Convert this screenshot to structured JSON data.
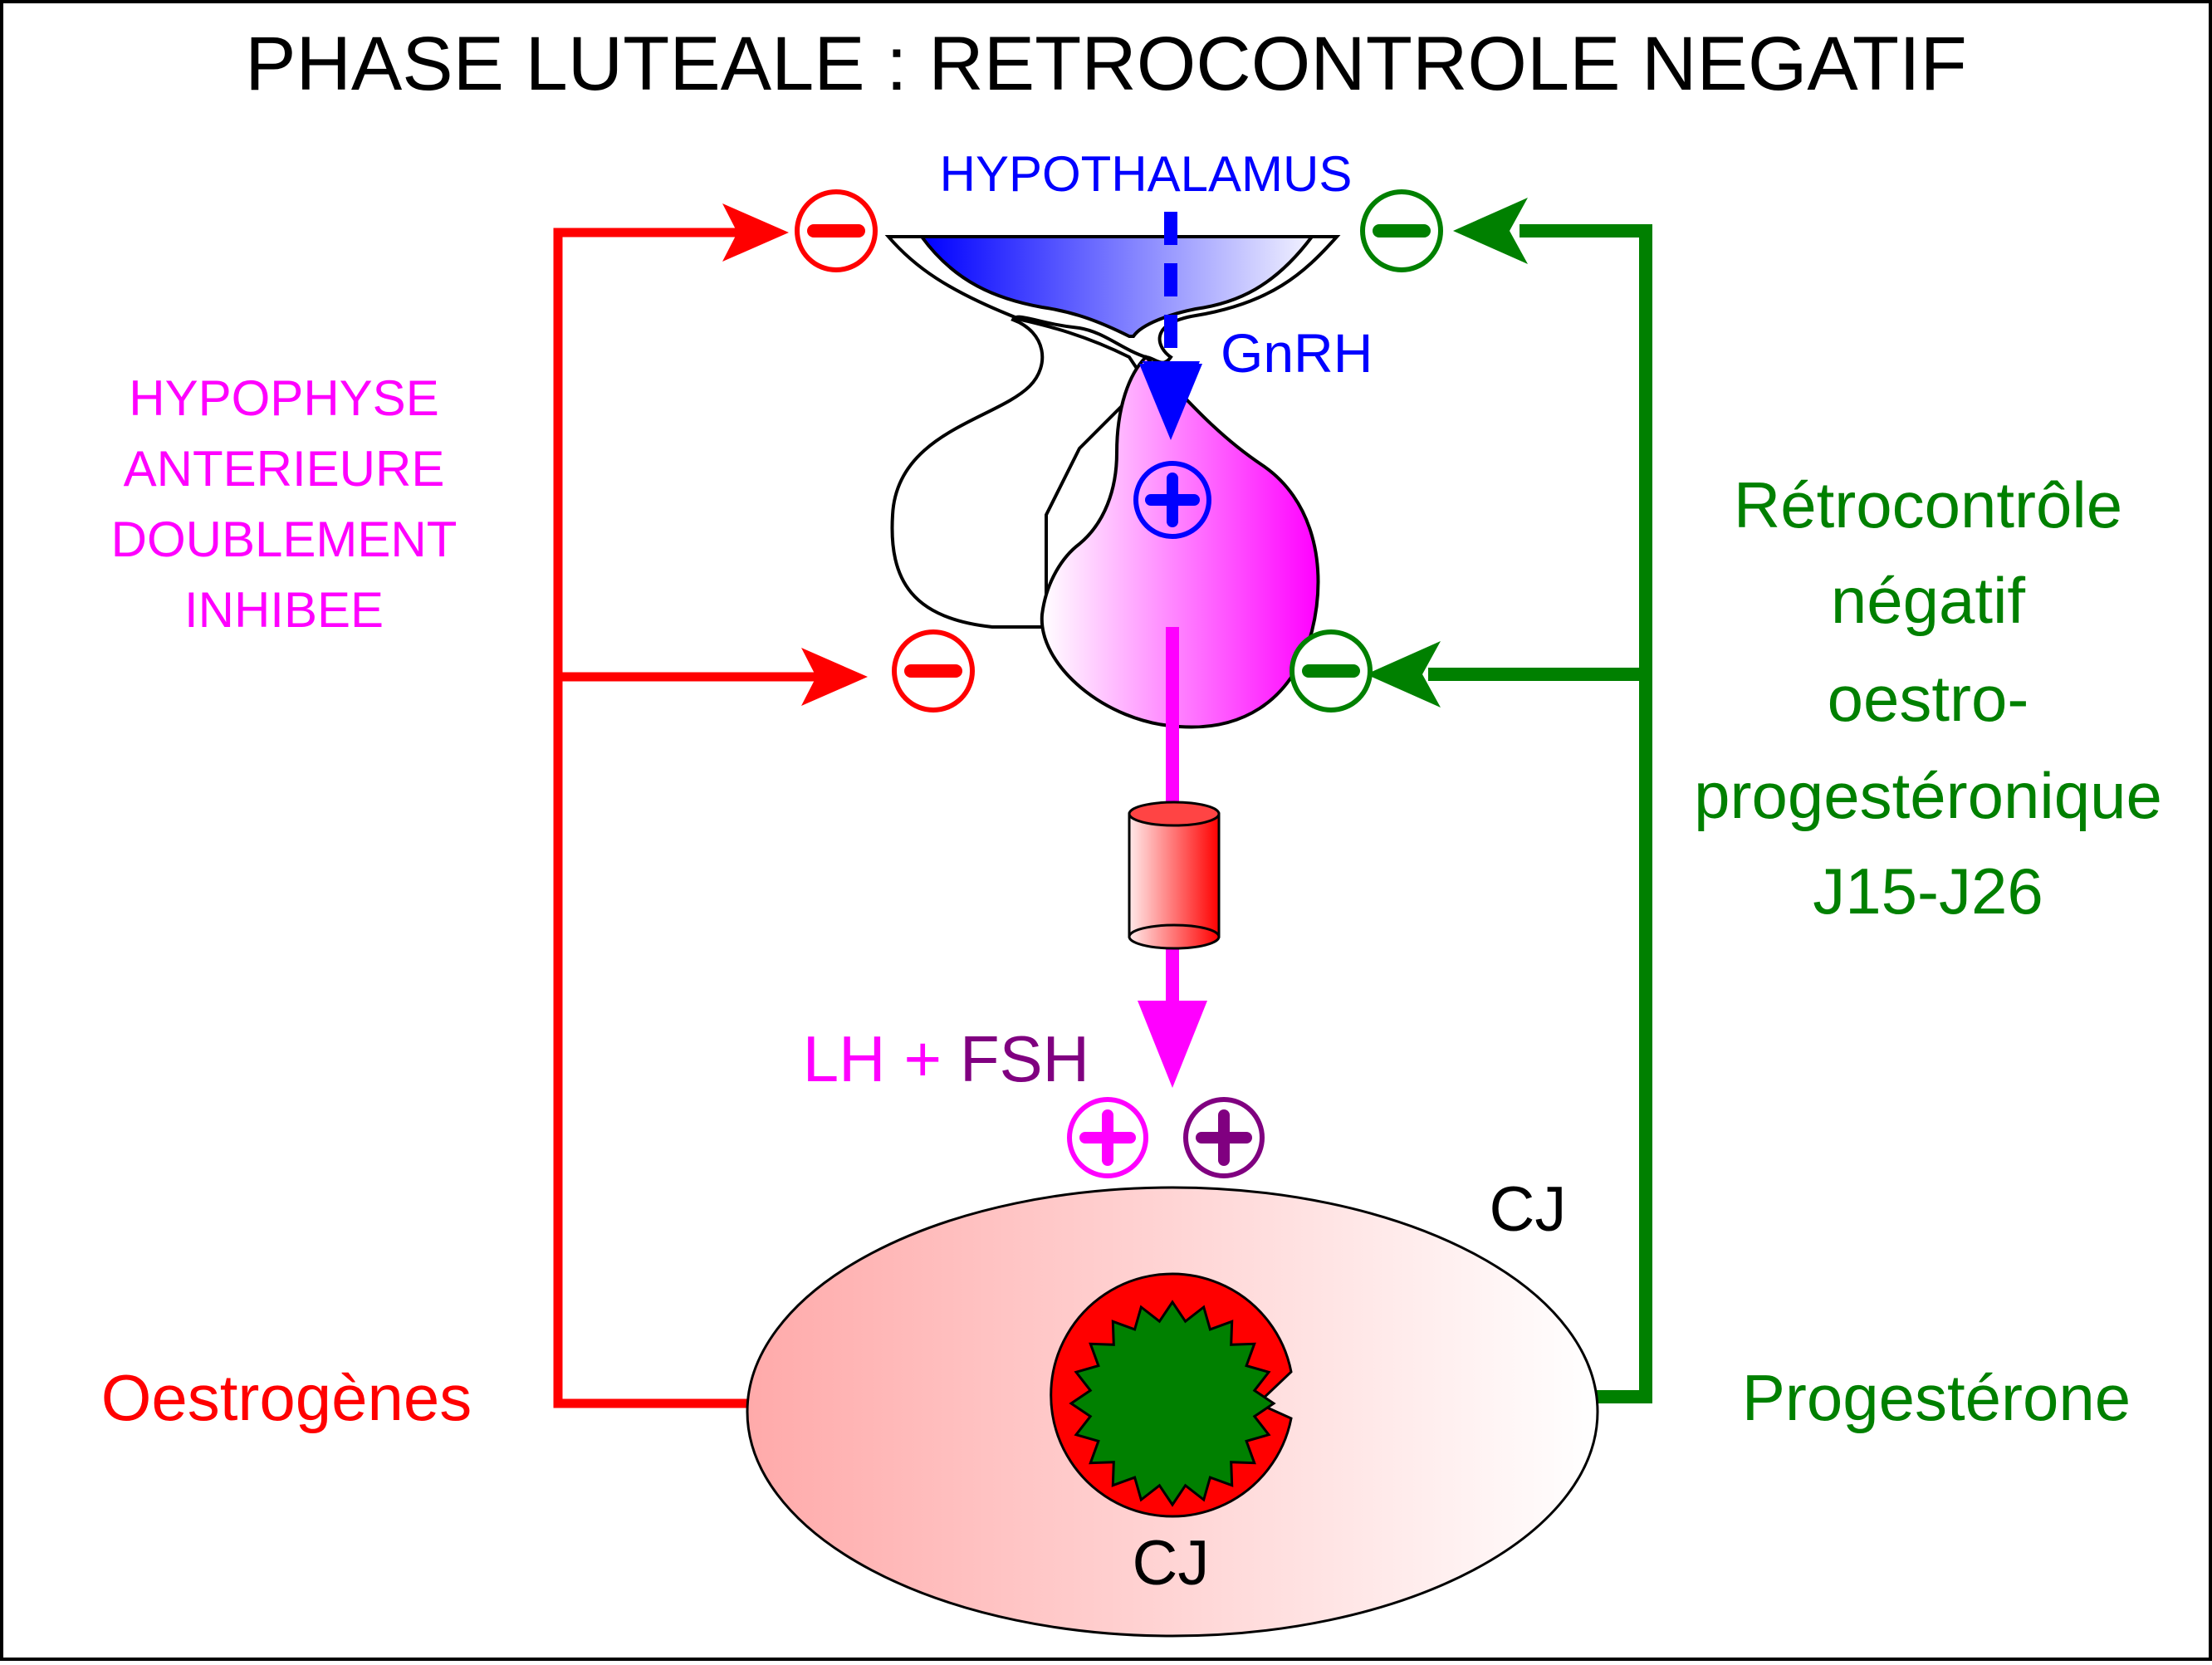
{
  "title": "PHASE LUTEALE : RETROCONTROLE NEGATIF",
  "labels": {
    "hypothalamus": "HYPOTHALAMUS",
    "gnrh": "GnRH",
    "hypophyse_lines": [
      "HYPOPHYSE",
      "ANTERIEURE",
      "DOUBLEMENT",
      "INHIBEE"
    ],
    "feedback_lines": [
      "Rétrocontrôle",
      "négatif",
      "oestro-",
      "progestéronique",
      "J15-J26"
    ],
    "lh": "LH",
    "plus": "+",
    "fsh": "FSH",
    "cj_top": "CJ",
    "cj_bottom": "CJ",
    "oestrogenes": "Oestrogènes",
    "progesterone": "Progestérone"
  },
  "colors": {
    "estrogen": "#ff0000",
    "progesterone": "#008000",
    "gnrh": "#0000ff",
    "lh": "#ff00ff",
    "fsh": "#800080",
    "text": "#000000"
  }
}
